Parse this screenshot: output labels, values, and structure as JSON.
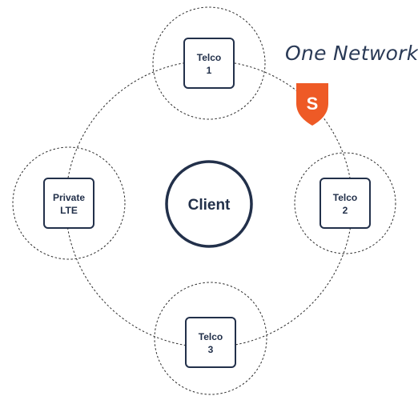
{
  "brand": {
    "name": "One Network",
    "badge_letter": "S"
  },
  "client": {
    "label": "Client"
  },
  "nodes": [
    {
      "id": "telco-1",
      "lines": [
        "Telco",
        "1"
      ]
    },
    {
      "id": "telco-2",
      "lines": [
        "Telco",
        "2"
      ]
    },
    {
      "id": "telco-3",
      "lines": [
        "Telco",
        "3"
      ]
    },
    {
      "id": "private-lte",
      "lines": [
        "Private",
        "LTE"
      ]
    }
  ],
  "colors": {
    "ink": "#22304a",
    "badge": "#ee5a26",
    "dashed": "#2b2b2b"
  }
}
